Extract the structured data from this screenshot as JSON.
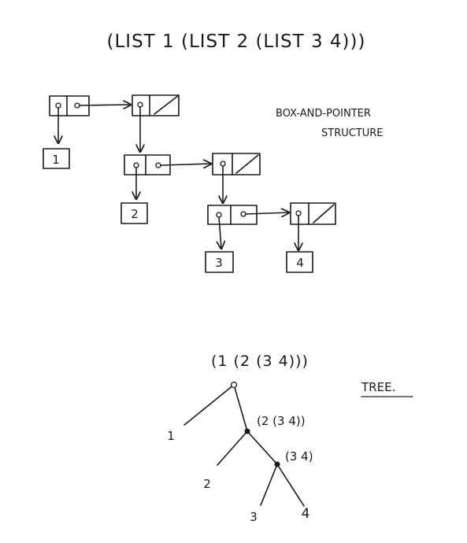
{
  "box_pointer": {
    "expression": "(LIST 1 (LIST 2 (LIST 3 4)))",
    "caption_line1": "BOX-AND-POINTER",
    "caption_line2": "STRUCTURE",
    "atoms": [
      "1",
      "2",
      "3",
      "4"
    ]
  },
  "tree": {
    "expression": "(1 (2 (3 4)))",
    "caption": "TREE.",
    "labels": {
      "left_leaf": "1",
      "subtree_2": "(2 (3 4))",
      "leaf_2": "2",
      "subtree_3": "(3 4)",
      "leaf_3": "3",
      "leaf_4": "4"
    }
  }
}
